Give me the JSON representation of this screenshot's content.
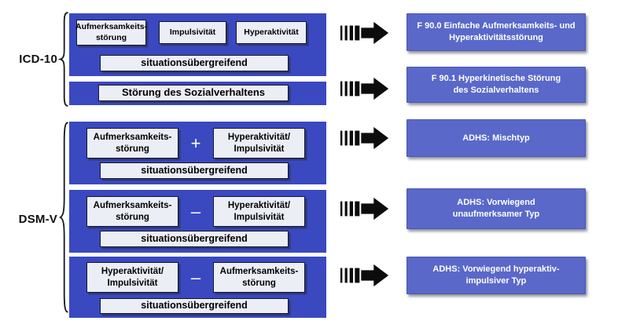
{
  "diagram": {
    "icd10": {
      "label": "ICD-10",
      "panel1": {
        "symptom1": "Aufmerksamkeits-\nstörung",
        "symptom2": "Impulsivität",
        "symptom3": "Hyperaktivität",
        "condition": "situationsübergreifend"
      },
      "panel2": {
        "title": "Störung des Sozialverhaltens"
      }
    },
    "dsm": {
      "label": "DSM-V",
      "panel1": {
        "left": "Aufmerksamkeits-\nstörung",
        "op": "+",
        "right": "Hyperaktivität/\nImpulsivität",
        "condition": "situationsübergreifend"
      },
      "panel2": {
        "left": "Aufmerksamkeits-\nstörung",
        "op": "–",
        "right": "Hyperaktivität/\nImpulsivität",
        "condition": "situationsübergreifend"
      },
      "panel3": {
        "left": "Hyperaktivität/\nImpulsivität",
        "op": "–",
        "right": "Aufmerksamkeits-\nstörung",
        "condition": "situationsübergreifend"
      }
    },
    "results": {
      "r1": "F 90.0 Einfache Aufmerksamkeits- und\nHyperaktivitätsstörung",
      "r2": "F 90.1 Hyperkinetische Störung\ndes Sozialverhaltens",
      "r3": "ADHS: Mischtyp",
      "r4": "ADHS: Vorwiegend\nunaufmerksamer Typ",
      "r5": "ADHS: Vorwiegend hyperaktiv-\nimpulsiver Typ"
    },
    "icons": {
      "flow_arrow": "striped-right-arrow"
    },
    "colors": {
      "panel_blue": "#3a49c0",
      "result_blue": "#5a68c9",
      "box_fill": "#eceef6",
      "box_border": "#15172b",
      "result_text": "#ffffff"
    }
  }
}
